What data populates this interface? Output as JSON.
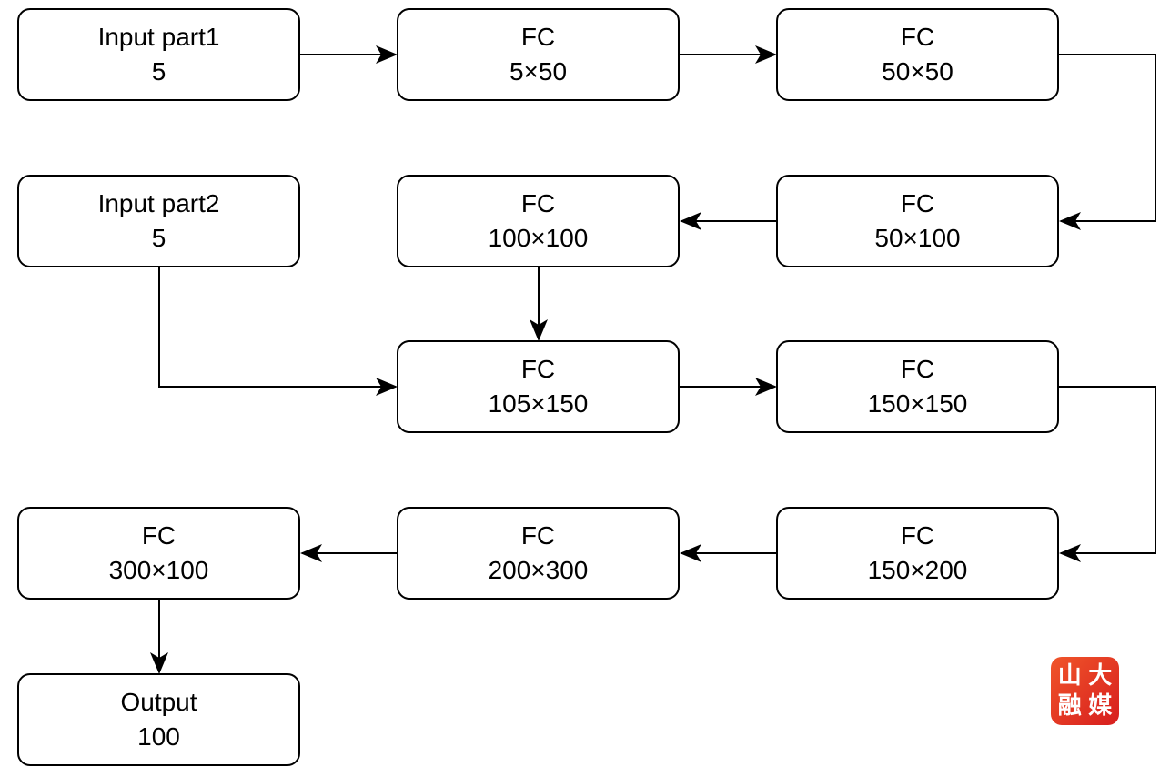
{
  "nodes": {
    "input1": {
      "label": "Input part1",
      "value": "5"
    },
    "fc1": {
      "label": "FC",
      "value": "5×50"
    },
    "fc2": {
      "label": "FC",
      "value": "50×50"
    },
    "input2": {
      "label": "Input part2",
      "value": "5"
    },
    "fc4": {
      "label": "FC",
      "value": "100×100"
    },
    "fc3": {
      "label": "FC",
      "value": "50×100"
    },
    "fc5": {
      "label": "FC",
      "value": "105×150"
    },
    "fc6": {
      "label": "FC",
      "value": "150×150"
    },
    "fc9": {
      "label": "FC",
      "value": "300×100"
    },
    "fc8": {
      "label": "FC",
      "value": "200×300"
    },
    "fc7": {
      "label": "FC",
      "value": "150×200"
    },
    "output": {
      "label": "Output",
      "value": "100"
    }
  },
  "edges": [
    {
      "from": "input1",
      "to": "fc1"
    },
    {
      "from": "fc1",
      "to": "fc2"
    },
    {
      "from": "fc2",
      "to": "fc3"
    },
    {
      "from": "fc3",
      "to": "fc4"
    },
    {
      "from": "fc4",
      "to": "fc5"
    },
    {
      "from": "input2",
      "to": "fc5"
    },
    {
      "from": "fc5",
      "to": "fc6"
    },
    {
      "from": "fc6",
      "to": "fc7"
    },
    {
      "from": "fc7",
      "to": "fc8"
    },
    {
      "from": "fc8",
      "to": "fc9"
    },
    {
      "from": "fc9",
      "to": "output"
    }
  ],
  "logo": {
    "chars": [
      "山",
      "大",
      "融",
      "媒"
    ]
  },
  "colors": {
    "line": "#000000",
    "logo": "#e23a22"
  }
}
